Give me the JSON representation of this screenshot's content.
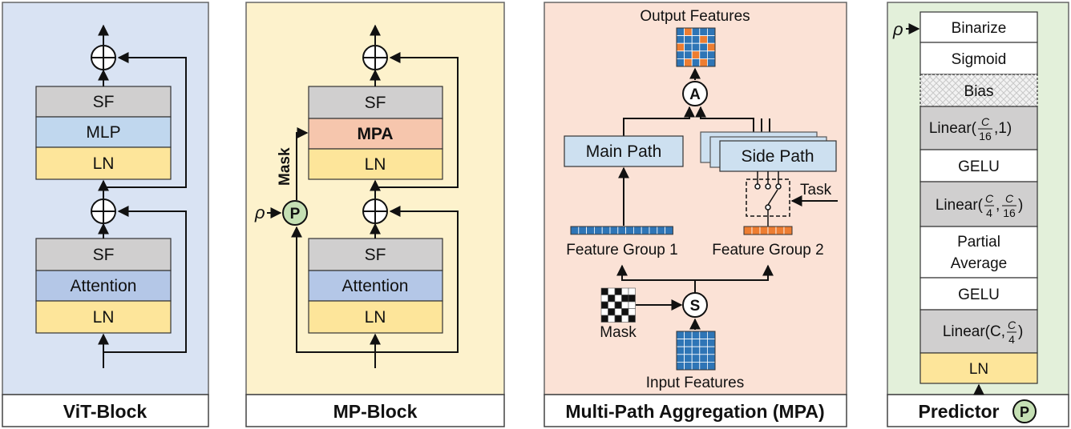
{
  "colors": {
    "vit_bg": "#d9e3f3",
    "mp_bg": "#fdf2cc",
    "mpa_bg": "#fbe2d6",
    "pred_bg": "#e3f0da",
    "gray": "#d0cfcf",
    "ln_yellow": "#fde59a",
    "mlp_blue": "#c0d7ee",
    "attn_blue": "#b4c7e7",
    "mpa_orange": "#f6c6ad",
    "path_blue": "#cde0f0",
    "grid_blue": "#2e75b6",
    "grid_orange": "#ed7d31",
    "p_green": "#c5e0b4"
  },
  "vit": {
    "caption": "ViT-Block",
    "top": [
      "SF",
      "MLP",
      "LN"
    ],
    "bottom": [
      "SF",
      "Attention",
      "LN"
    ]
  },
  "mp": {
    "caption": "MP-Block",
    "top": [
      "SF",
      "MPA",
      "LN"
    ],
    "bottom": [
      "SF",
      "Attention",
      "LN"
    ],
    "mask_label": "Mask",
    "p_label": "P",
    "rho": "ρ"
  },
  "mpa": {
    "caption": "Multi-Path Aggregation (MPA)",
    "output_label": "Output Features",
    "a_label": "A",
    "s_label": "S",
    "main_path": "Main Path",
    "side_path": "Side Path",
    "task_label": "Task",
    "group1": "Feature Group 1",
    "group2": "Feature Group 2",
    "mask_label": "Mask",
    "input_label": "Input Features"
  },
  "predictor": {
    "caption": "Predictor",
    "p_label": "P",
    "rho": "ρ",
    "layers": {
      "binarize": "Binarize",
      "sigmoid": "Sigmoid",
      "bias": "Bias",
      "linear3_prefix": "Linear(",
      "linear3_num": "C",
      "linear3_den": "16",
      "linear3_suffix": ",1)",
      "gelu2": "GELU",
      "linear2_prefix": "Linear(",
      "linear2_num_a": "C",
      "linear2_den_a": "4",
      "linear2_num_b": "C",
      "linear2_den_b": "16",
      "linear2_suffix": ")",
      "partial_1": "Partial",
      "partial_2": "Average",
      "gelu1": "GELU",
      "linear1_prefix": "Linear(C,",
      "linear1_num": "C",
      "linear1_den": "4",
      "linear1_suffix": ")",
      "ln": "LN"
    }
  }
}
